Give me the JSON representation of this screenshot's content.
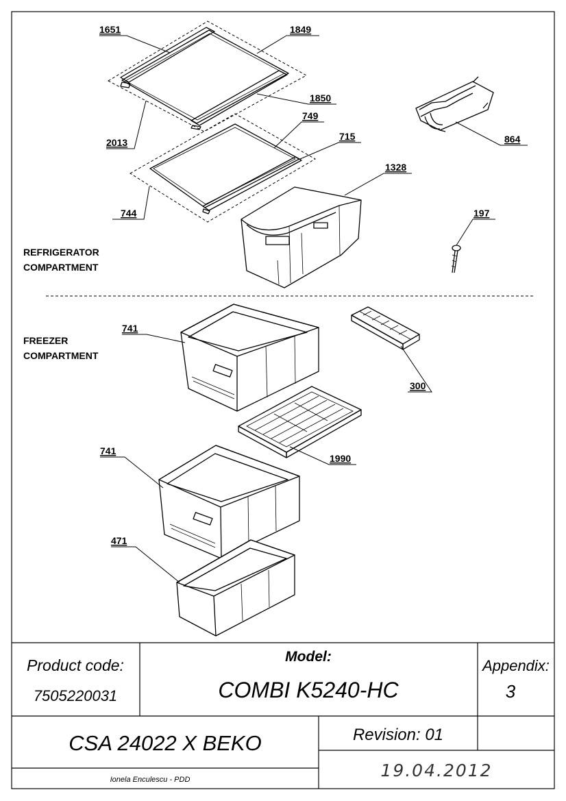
{
  "sections": {
    "refrigerator_line1": "REFRIGERATOR",
    "refrigerator_line2": "COMPARTMENT",
    "freezer_line1": "FREEZER",
    "freezer_line2": "COMPARTMENT"
  },
  "callouts": {
    "c1651": "1651",
    "c1849": "1849",
    "c1850": "1850",
    "c2013": "2013",
    "c749": "749",
    "c715": "715",
    "c744": "744",
    "c864": "864",
    "c1328": "1328",
    "c197": "197",
    "c741a": "741",
    "c300": "300",
    "c1990": "1990",
    "c741b": "741",
    "c471": "471"
  },
  "title_block": {
    "product_code_label": "Product code:",
    "product_code_value": "7505220031",
    "model_label": "Model:",
    "model_value": "COMBI K5240-HC",
    "appendix_label": "Appendix:",
    "appendix_value": "3",
    "product_name": "CSA 24022 X BEKO",
    "revision": "Revision: 01",
    "author": "Ionela Enculescu - PDD",
    "date": "19.04.2012"
  }
}
